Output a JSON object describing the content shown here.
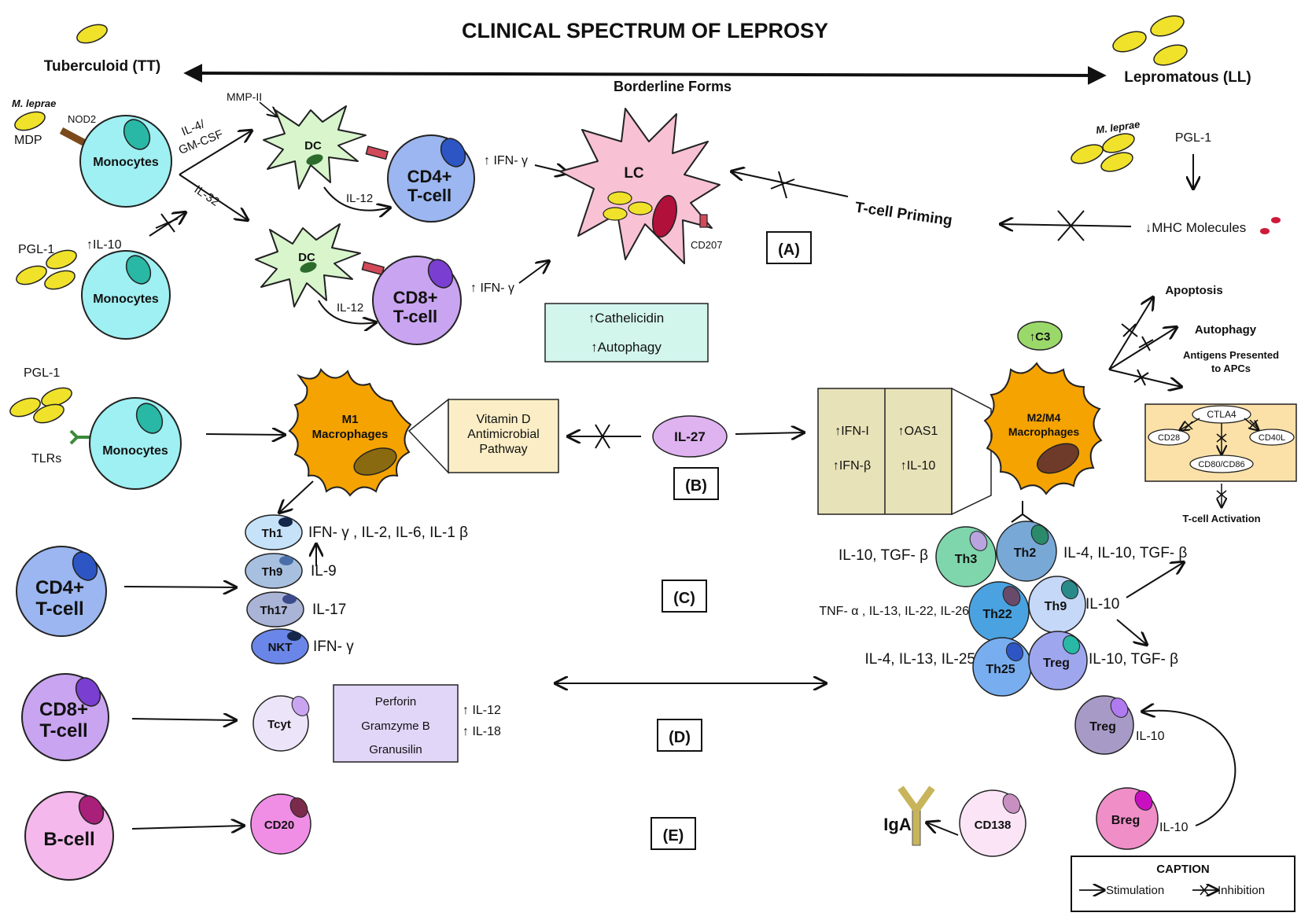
{
  "header": {
    "title": "CLINICAL SPECTRUM OF LEPROSY",
    "left_pole": "Tuberculoid (TT)",
    "right_pole": "Lepromatous (LL)",
    "middle": "Borderline Forms"
  },
  "section_labels": {
    "a": "(A)",
    "b": "(B)",
    "c": "(C)",
    "d": "(D)",
    "e": "(E)"
  },
  "panel_a": {
    "m_leprae": "M. leprae",
    "nod2": "NOD2",
    "mdp": "MDP",
    "monocytes": "Monocytes",
    "pgl1": "PGL-1",
    "il10_up": "↑IL-10",
    "il4_line1": "IL-4/",
    "il4_line2": "GM-CSF",
    "il32": "IL-32",
    "mmp": "MMP-II",
    "dc": "DC",
    "il12": "IL-12",
    "cd4_line1": "CD4+",
    "cd4_line2": "T-cell",
    "cd8_line1": "CD8+",
    "cd8_line2": "T-cell",
    "ifn_up": "↑ IFN- γ",
    "lc": "LC",
    "cd207": "CD207",
    "cathelicidin": "↑Cathelicidin",
    "autophagy": "↑Autophagy",
    "t_cell_priming": "T-cell Priming",
    "m_leprae_right": "M. leprae",
    "pgl1_right": "PGL-1",
    "mhc": "↓MHC Molecules"
  },
  "panel_b": {
    "pgl1": "PGL-1",
    "tlrs": "TLRs",
    "monocytes": "Monocytes",
    "m1_line1": "M1",
    "m1_line2": "Macrophages",
    "vitd_line1": "Vitamin D",
    "vitd_line2": "Antimicrobial",
    "vitd_line3": "Pathway",
    "il27": "IL-27",
    "ifn_i": "↑IFN-I",
    "ifn_b": "↑IFN-β",
    "oas1": "↑OAS1",
    "il10": "↑IL-10",
    "c3": "↑C3",
    "m2_line1": "M2/M4",
    "m2_line2": "Macrophages",
    "apoptosis": "Apoptosis",
    "autophagy": "Autophagy",
    "antigens_line1": "Antigens Presented",
    "antigens_line2": "to APCs",
    "ctla4": "CTLA4",
    "cd28": "CD28",
    "cd40l": "CD40L",
    "cd80": "CD80/CD86",
    "t_activation": "T-cell Activation"
  },
  "panel_c": {
    "cd4_line1": "CD4+",
    "cd4_line2": "T-cell",
    "th1": "Th1",
    "th1_cyto": "IFN- γ , IL-2, IL-6, IL-1 β",
    "th9": "Th9",
    "th9_cyto": "IL-9",
    "th17": "Th17",
    "th17_cyto": "IL-17",
    "nkt": "NKT",
    "nkt_cyto": "IFN- γ",
    "th3_cyto": "IL-10, TGF- β",
    "th3": "Th3",
    "th2": "Th2",
    "th2_cyto": "IL-4, IL-10, TGF- β",
    "th22_cyto": "TNF- α , IL-13, IL-22, IL-26",
    "th22": "Th22",
    "th9_right": "Th9",
    "th9_right_cyto": "IL-10",
    "th25_cyto": "IL-4, IL-13, IL-25",
    "th25": "Th25",
    "treg": "Treg",
    "treg_cyto": "IL-10, TGF- β"
  },
  "panel_d": {
    "cd8_line1": "CD8+",
    "cd8_line2": "T-cell",
    "tcyt": "Tcyt",
    "perforin": "Perforin",
    "gramzyme": "Gramzyme B",
    "granusilin": "Granusilin",
    "il12": "↑ IL-12",
    "il18": "↑ IL-18",
    "treg": "Treg",
    "treg_il10": "IL-10"
  },
  "panel_e": {
    "bcell": "B-cell",
    "cd20": "CD20",
    "iga": "IgA",
    "cd138": "CD138",
    "breg": "Breg",
    "breg_il10": "IL-10"
  },
  "caption": {
    "title": "CAPTION",
    "stimulation": "Stimulation",
    "inhibition": "Inhibition"
  },
  "colors": {
    "bacteria": "#f0e22a",
    "monocyte": "#9ff0f2",
    "dc": "#d8f5cc",
    "cd4": "#9bb6f0",
    "cd8": "#c9a4f0",
    "lc": "#f8c2d4",
    "macrophage": "#f5a300",
    "bcell": "#f4b8ec"
  }
}
